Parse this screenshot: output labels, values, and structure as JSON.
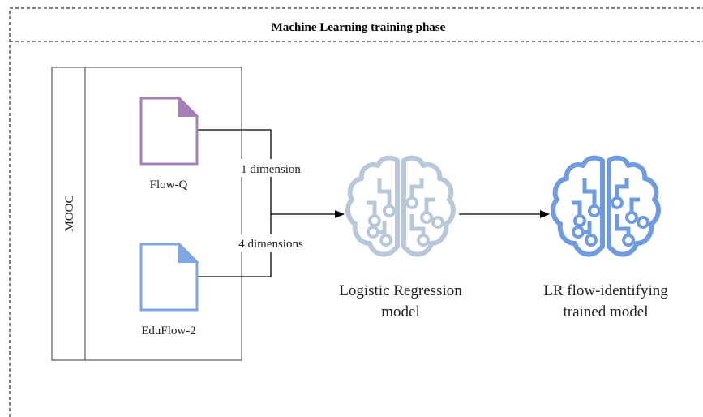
{
  "container": {
    "title": "Machine Learning training phase"
  },
  "pool": {
    "label": "MOOC"
  },
  "documents": [
    {
      "label": "Flow-Q",
      "color": "#a680b8"
    },
    {
      "label": "EduFlow-2",
      "color": "#7ea6e0"
    }
  ],
  "edges": [
    {
      "label": "1 dimension"
    },
    {
      "label": "4 dimensions"
    }
  ],
  "models": [
    {
      "line1": "Logistic Regression",
      "line2": "model",
      "icon": "brain-circuit-icon",
      "color": "#b8c8d8"
    },
    {
      "line1": "LR flow-identifying",
      "line2": "trained model",
      "icon": "brain-circuit-icon",
      "color": "#6f9be0"
    }
  ]
}
